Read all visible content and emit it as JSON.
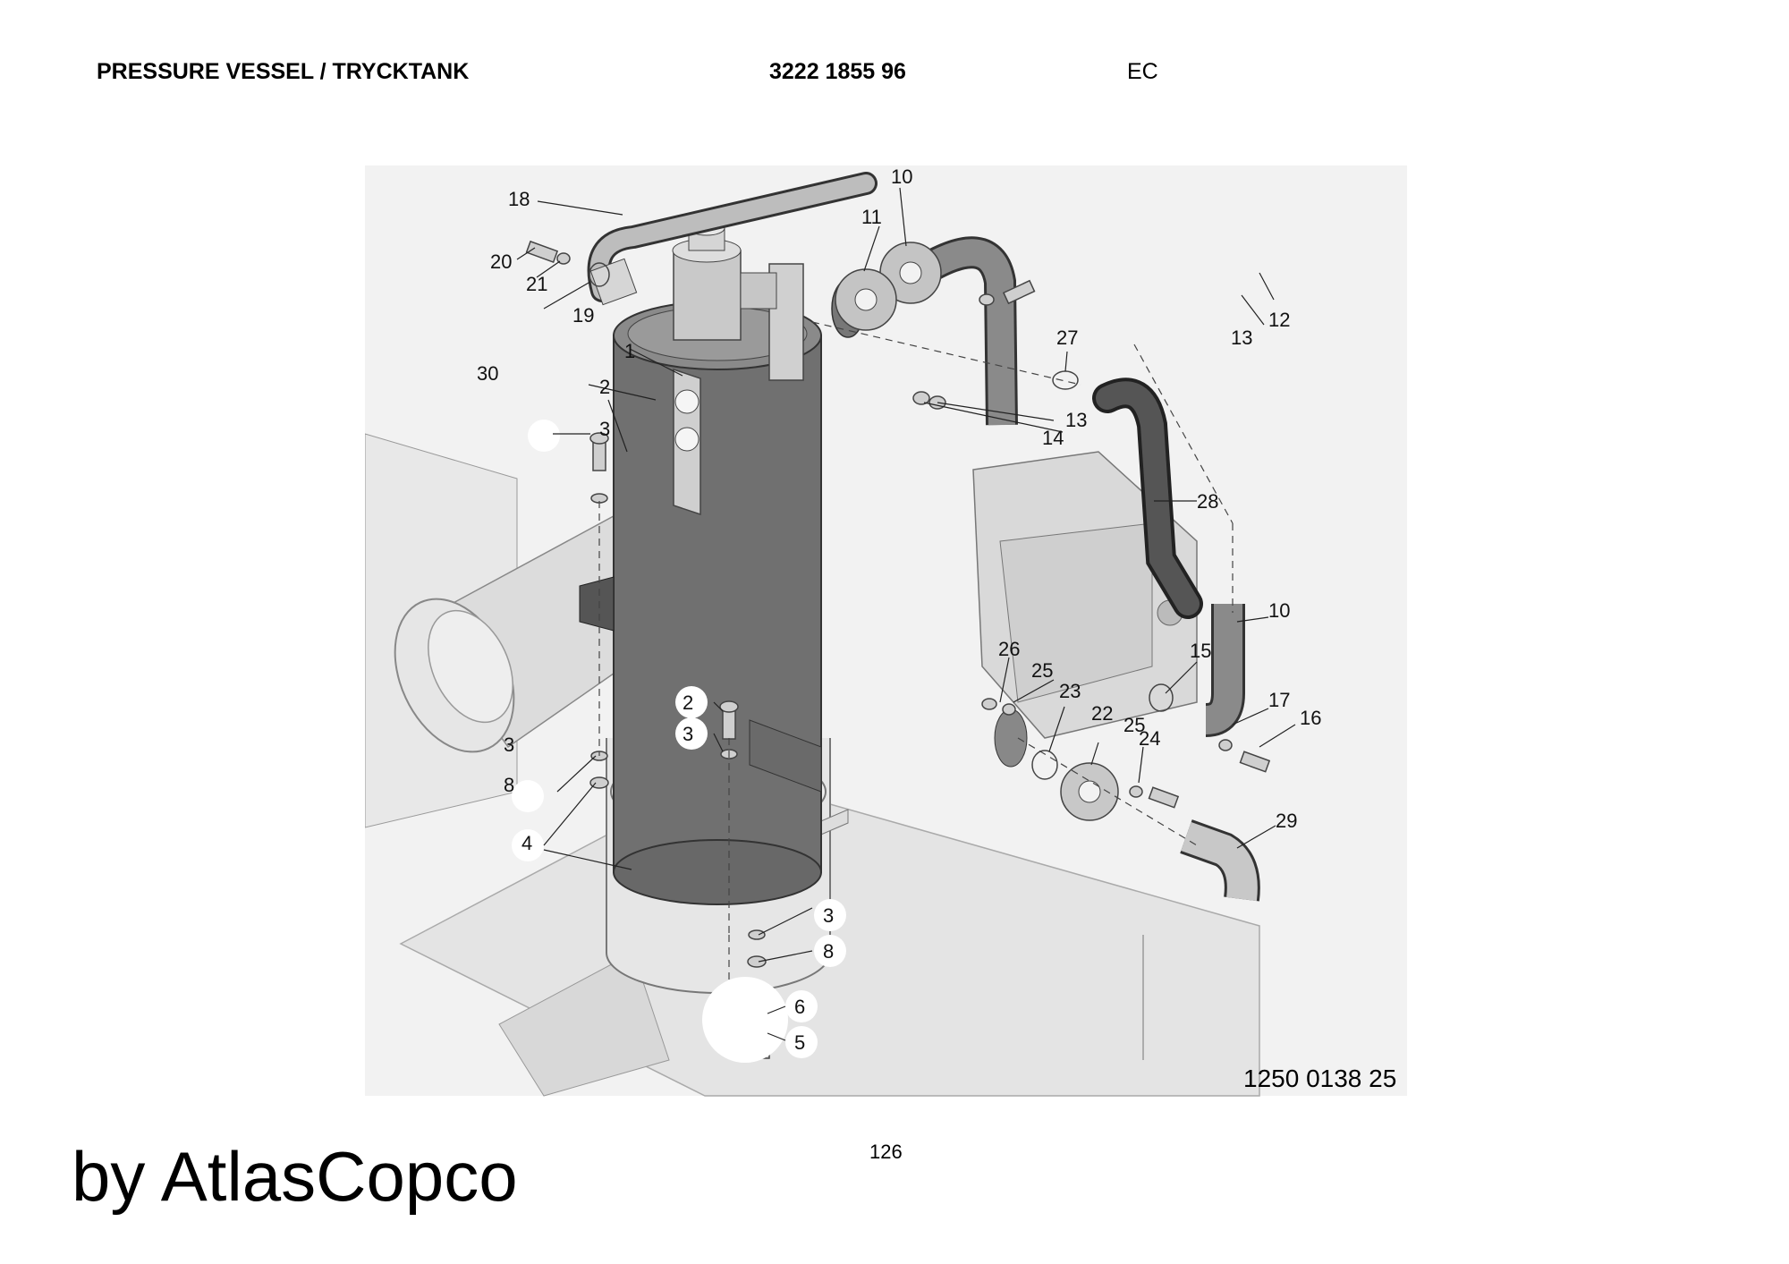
{
  "header": {
    "title": "PRESSURE VESSEL / TRYCKTANK",
    "part_number": "3222 1855 96",
    "code": "EC"
  },
  "figure_number": "1250 0138 25",
  "page_number": "126",
  "brand": "by AtlasCopco",
  "callouts": {
    "c1": "1",
    "c2a": "2",
    "c2b": "2",
    "c3a": "3",
    "c3b": "3",
    "c3c": "3",
    "c3d": "3",
    "c4": "4",
    "c5": "5",
    "c6": "6",
    "c8a": "8",
    "c8b": "8",
    "c10a": "10",
    "c10b": "10",
    "c11": "11",
    "c12": "12",
    "c13a": "13",
    "c13b": "13",
    "c14": "14",
    "c15": "15",
    "c16": "16",
    "c17": "17",
    "c18": "18",
    "c19": "19",
    "c20": "20",
    "c21": "21",
    "c22": "22",
    "c23": "23",
    "c24": "24",
    "c25a": "25",
    "c25b": "25",
    "c26": "26",
    "c27": "27",
    "c28": "28",
    "c29": "29",
    "c30": "30"
  }
}
